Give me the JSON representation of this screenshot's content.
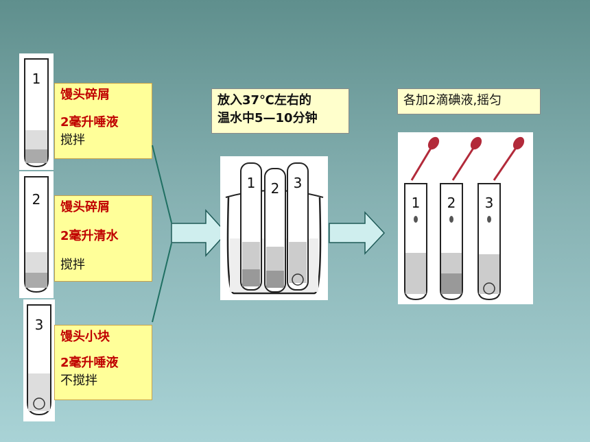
{
  "tubes": [
    {
      "number": "1",
      "line1": "馒头碎屑",
      "line2": "2毫升唾液",
      "line3": "搅拌"
    },
    {
      "number": "2",
      "line1": "馒头碎屑",
      "line2": "2毫升清水",
      "line3": "搅拌"
    },
    {
      "number": "3",
      "line1": "馒头小块",
      "line2": "2毫升唾液",
      "line3": "不搅拌"
    }
  ],
  "step2": {
    "line1": "放入37℃左右的",
    "line2": "温水中5—10分钟"
  },
  "step3": {
    "caption": "各加2滴碘液,摇匀"
  },
  "beaker_tubes": [
    "1",
    "2",
    "3"
  ],
  "dropper_tubes": [
    "1",
    "2",
    "3"
  ],
  "colors": {
    "label_bg": "#ffff99",
    "label_red": "#c00000",
    "arrow_fill": "#cfeeee",
    "connector": "#1f6f62",
    "dropper": "#b22a3a"
  }
}
